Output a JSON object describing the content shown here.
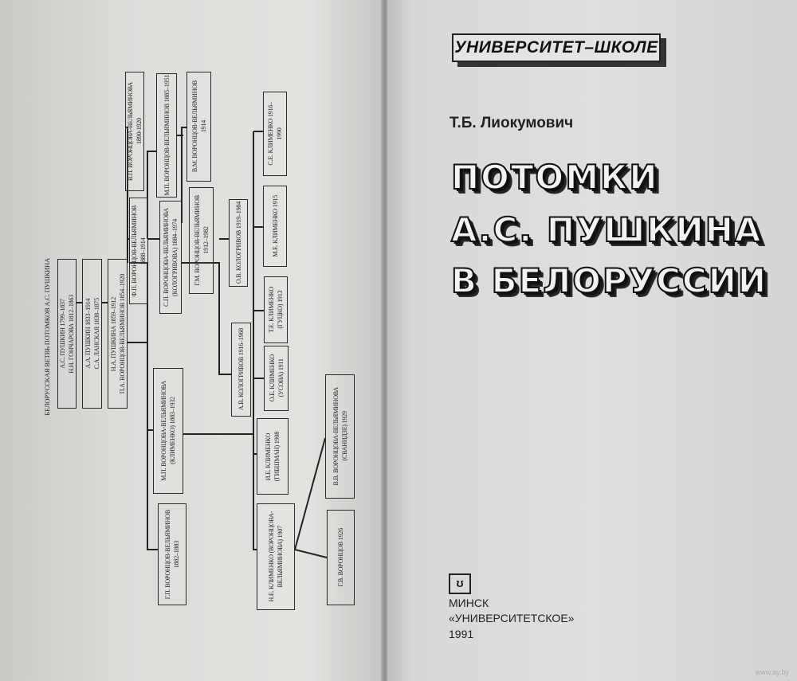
{
  "left_page": {
    "tree_title": "Белорусская ветвь потомков А.С. Пушкина",
    "persons": [
      "А.С. Пушкин 1799–1837\nН.Н. Гончарова 1812–1863",
      "А.А. Пушкин 1833–1914\nС.А. Ланская 1838–1875",
      "Н.А. Пушкина 1859–1912\nП.А. Воронцов-Вельяминов 1854–1920",
      "Ф.П. Воронцов-Вельяминов\n1888–1914",
      "В.П. Воронцова-Вельяминова\n1890-1920",
      "М.П. Воронцов-Вельяминов 1885–1951",
      "С.П. Воронцова-Вельяминова\n(Кологривова) 1884–1974",
      "В.М. Воронцов-Вельяминов\n1914",
      "Г.М. Воронцов-Вельяминов\n1912–1982",
      "М.П. Воронцова-Вельяминова\n(Клименко) 1883–1932",
      "Г.П. Воронцов-Вельяминов\n1882–1883",
      "О.В. Кологривов 1919–1984",
      "А.В. Кологривов 1916–1968",
      "С.Е. Клименко 1916–\n1990",
      "М.Е. Клименко 1915",
      "Т.Е. Клименко\n(Гуцко) 1913",
      "О.Е. Клименко\n(Усова) 1911",
      "И.Е. Клименко\n(Гибшман) 1908",
      "Н.Е. Клименко (Воронцова-\nВельяминова) 1907",
      "В.В. Воронцова-Вельяминова\n(Сванидзе) 1929",
      "Г.В. Воронцов 1926"
    ]
  },
  "right_page": {
    "series": "УНИВЕРСИТЕТ–ШКОЛЕ",
    "author": "Т.Б. Лиокумович",
    "title_lines": [
      "ПОТОМКИ",
      "А.С. ПУШКИНА",
      "В БЕЛОРУССИИ"
    ],
    "publisher_logo": "ʊ",
    "city": "МИНСК",
    "publisher": "«УНИВЕРСИТЕТСКОЕ»",
    "year": "1991"
  },
  "watermark": "www.ay.by"
}
